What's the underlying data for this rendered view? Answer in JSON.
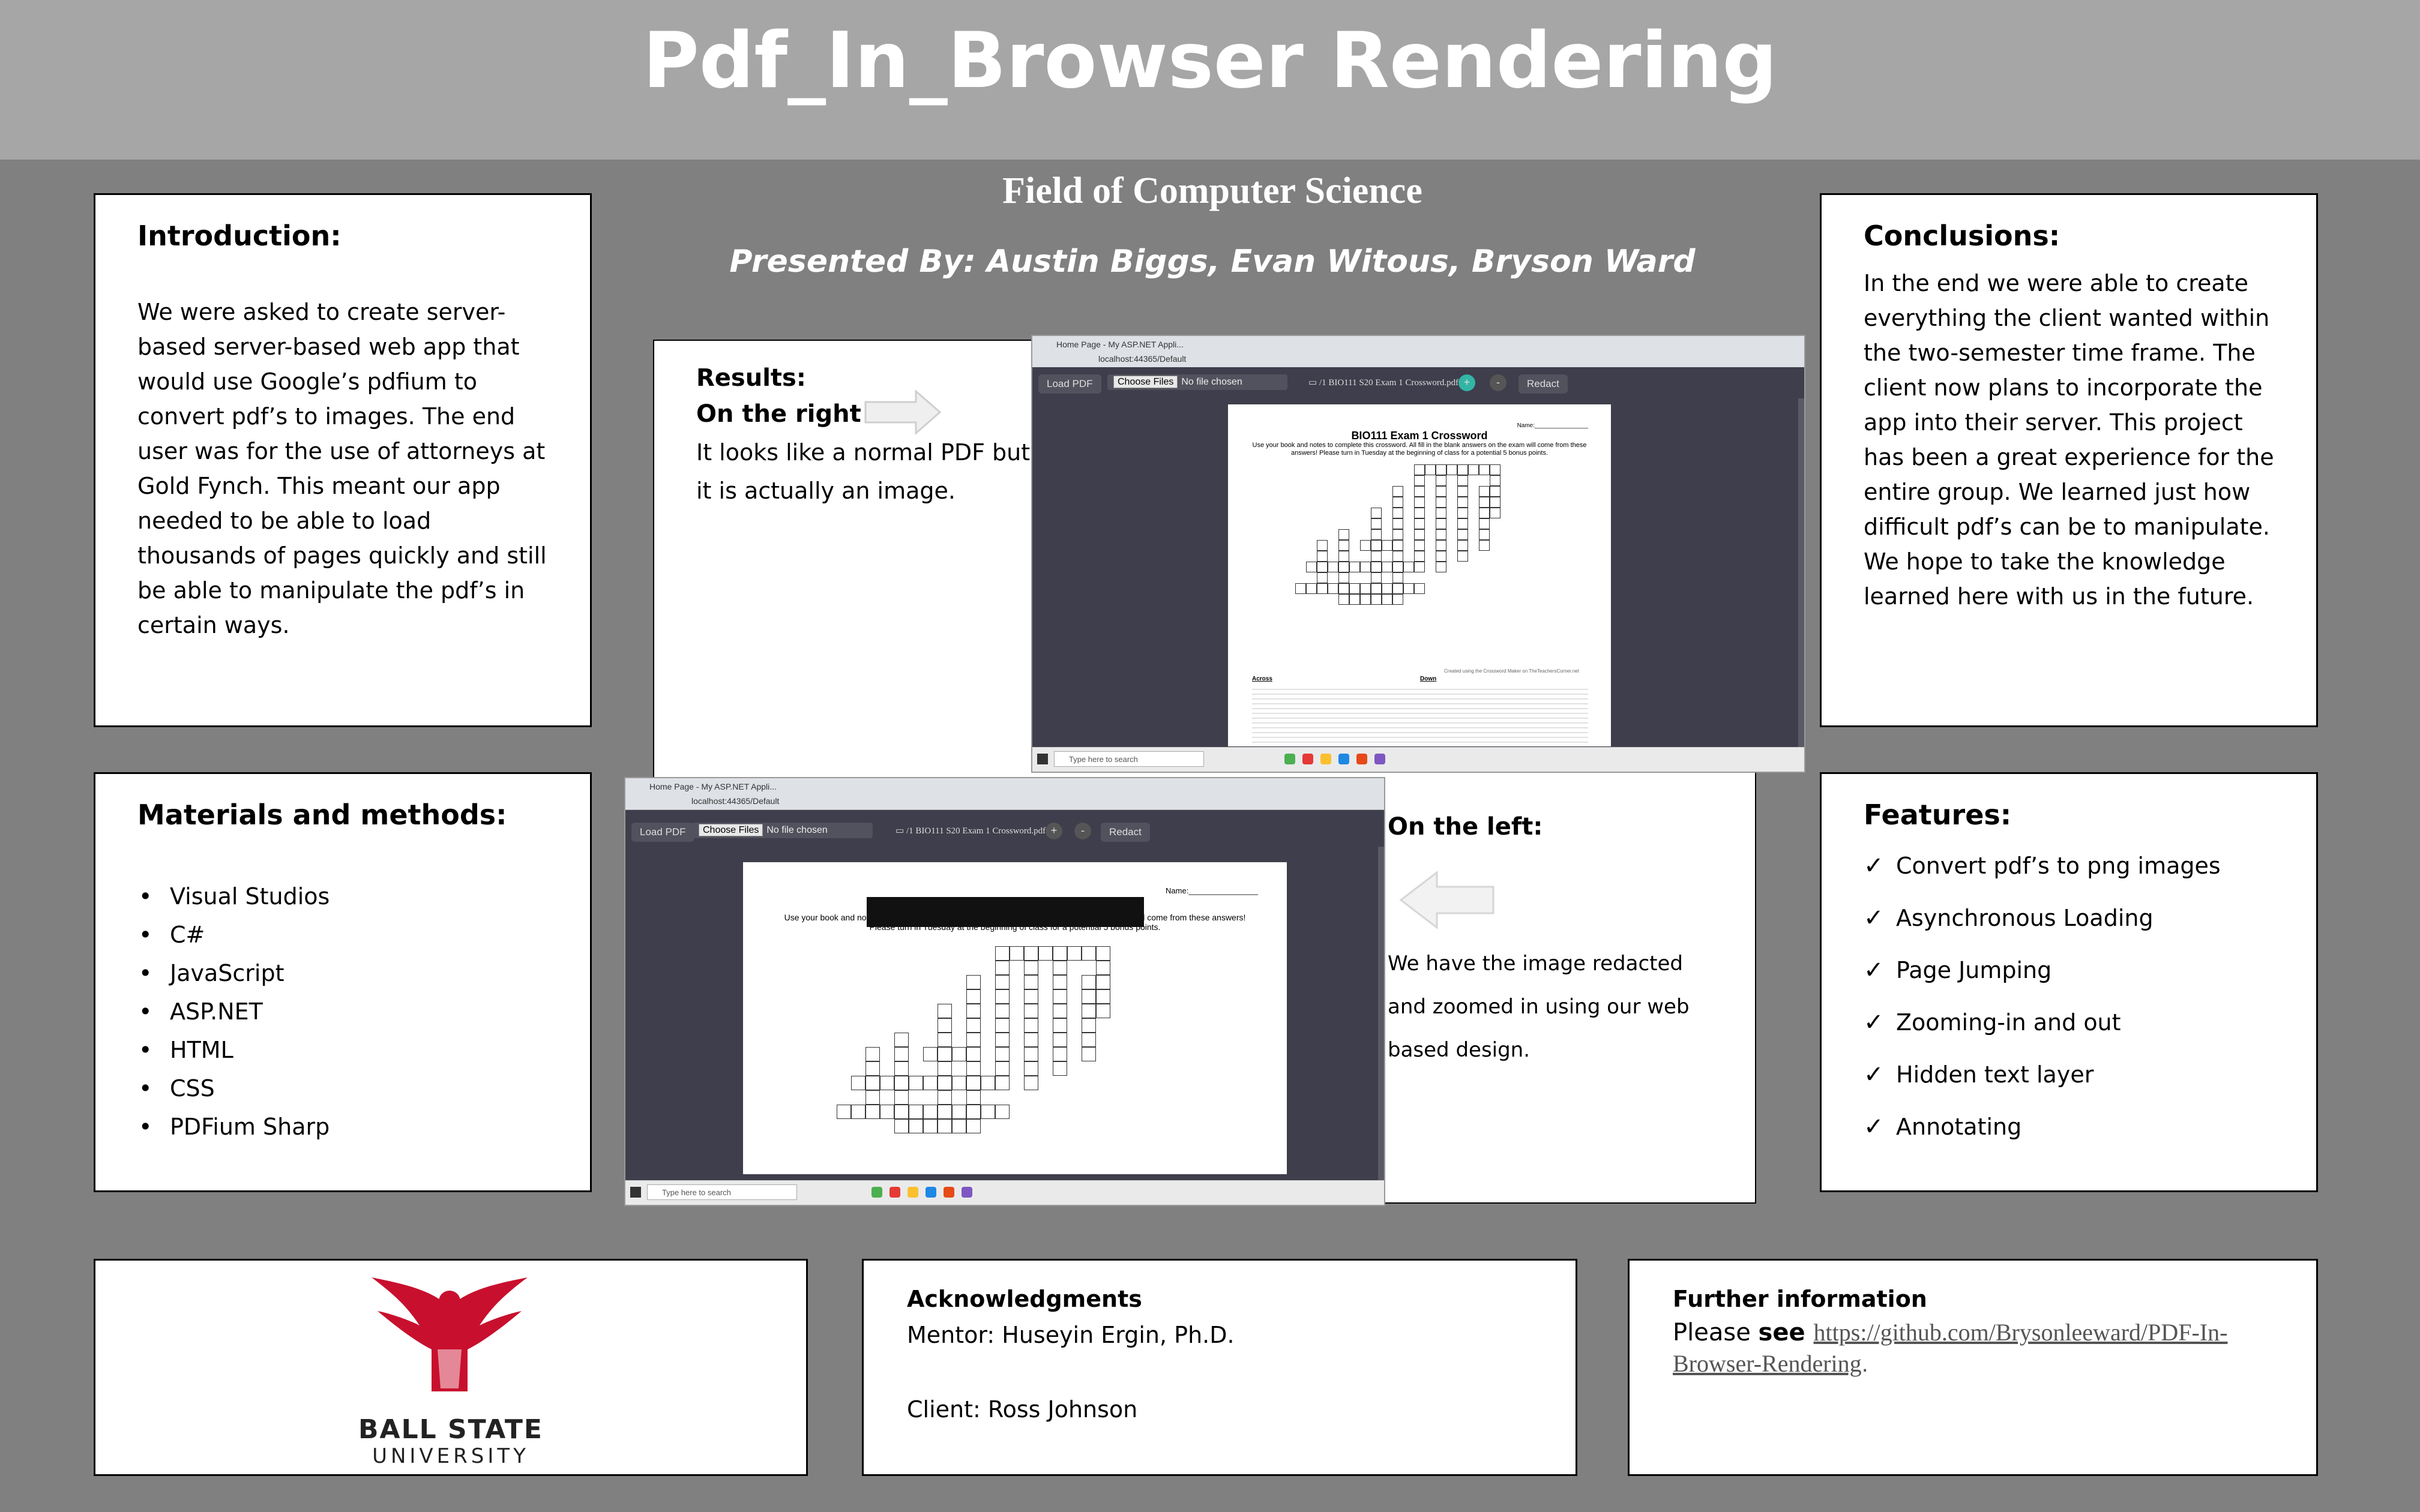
{
  "header": {
    "title": "Pdf_In_Browser Rendering"
  },
  "subtitle": "Field of Computer Science",
  "presenters": "Presented By: Austin Biggs, Evan Witous, Bryson Ward",
  "introduction": {
    "heading": "Introduction:",
    "text": "We were asked to create server-based server-based web app that would use Google’s pdfium to convert pdf’s to images. The end user was for the use of attorneys at Gold Fynch. This meant our app needed to be able to load thousands of pages quickly and still be able to manipulate the pdf’s in certain ways."
  },
  "materials": {
    "heading": "Materials and methods:",
    "items": [
      "Visual Studios",
      "C#",
      "JavaScript",
      "ASP.NET",
      "HTML",
      "CSS",
      "PDFium Sharp"
    ]
  },
  "results": {
    "heading": "Results:",
    "right_label": "On the right",
    "right_text": "It looks like a normal PDF but it is actually an image.",
    "left_label": "On the left:",
    "left_text": "We have the image redacted and zoomed in using our web based design."
  },
  "screenshot": {
    "tab_title": "Home Page - My ASP.NET Appli...",
    "url": "localhost:44365/Default",
    "load_pdf": "Load PDF",
    "choose_files": "Choose Files",
    "no_file": "No file chosen",
    "page_info": "/1 BIO111 S20 Exam 1 Crossword.pdf",
    "plus": "+",
    "minus": "-",
    "redact": "Redact",
    "taskbar_search": "Type here to search",
    "doc_title": "BIO111 Exam 1 Crossword",
    "name_line": "Name:________________",
    "instructions": "Use your book and notes to complete this crossword. All fill in the blank answers on the exam will come from these answers! Please turn in Tuesday at the beginning of class for a potential 5 bonus points.",
    "across": "Across",
    "down": "Down",
    "created_with": "Created using the Crossword Maker on TheTeachersCorner.net"
  },
  "conclusions": {
    "heading": "Conclusions:",
    "text": "In the end we were able to create everything the client wanted within the two-semester time frame. The client now plans to incorporate the app into their server. This project has been a great experience for the entire group. We learned just how difficult pdf’s can be to manipulate. We hope to take the knowledge learned here with us in the future."
  },
  "features": {
    "heading": "Features:",
    "items": [
      "Convert pdf’s to png images",
      "Asynchronous Loading",
      "Page Jumping",
      "Zooming-in and out",
      "Hidden text layer",
      "Annotating"
    ]
  },
  "logo": {
    "line1": "BALL STATE",
    "line2": "UNIVERSITY",
    "color": "#c8102e"
  },
  "acknowledgments": {
    "heading": "Acknowledgments",
    "mentor": "Mentor: Huseyin Ergin, Ph.D.",
    "client": "Client: Ross Johnson"
  },
  "further": {
    "heading": "Further information",
    "please": "Please ",
    "see": "see ",
    "link": "https://github.com/Brysonleeward/PDF-In-Browser-Rendering",
    "period": "."
  }
}
